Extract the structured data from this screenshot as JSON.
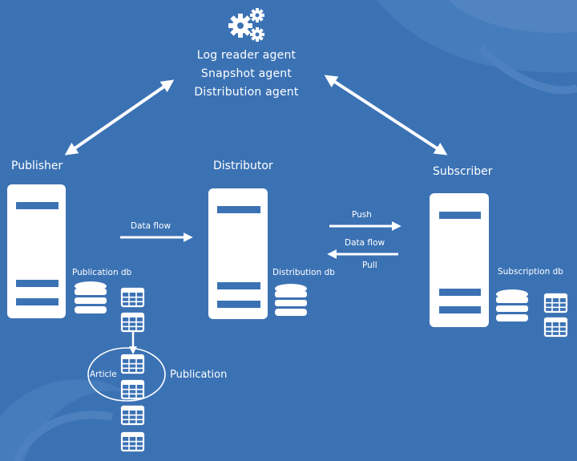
{
  "agents": {
    "icon": "gears-icon",
    "lines": [
      "Log reader agent",
      "Snapshot agent",
      "Distribution agent"
    ]
  },
  "publisher": {
    "title": "Publisher",
    "db_label": "Publication db"
  },
  "distributor": {
    "title": "Distributor",
    "db_label": "Distribution db"
  },
  "subscriber": {
    "title": "Subscriber",
    "db_label": "Subscription db"
  },
  "flows": {
    "pub_to_dist": "Data flow",
    "push": "Push",
    "data_flow": "Data flow",
    "pull": "Pull"
  },
  "publication": {
    "article_label": "Article",
    "publication_label": "Publication"
  },
  "colors": {
    "background": "#3b72b4",
    "server_stripe": "#3b72b4",
    "foreground": "#ffffff"
  }
}
